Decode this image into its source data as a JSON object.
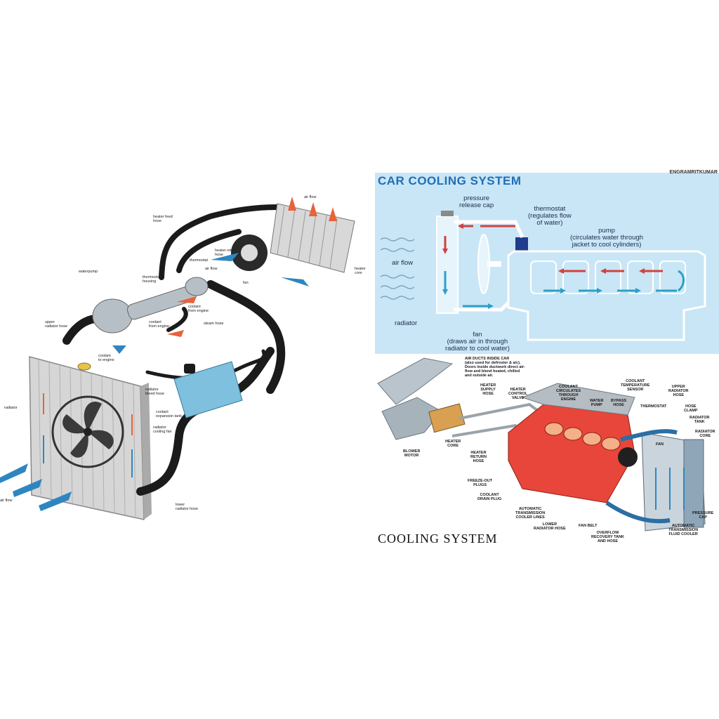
{
  "left_diagram": {
    "labels": {
      "air_flow_top": "air flow",
      "heater_feed_hose": "heater feed\nhose",
      "heater_return_hose": "heater return\nhose",
      "thermostat": "thermostat",
      "air_flow_mid": "air flow",
      "waterpump": "waterpump",
      "thermostat_housing": "thermostat\nhousing",
      "coolant_from_engine_1": "coolant\nfrom engine",
      "heater_core": "heater core",
      "fan": "fan",
      "upper_radiator_hose": "upper\nradiator hose",
      "coolant_from_engine_2": "coolant\nfrom engine",
      "steam_hose": "steam hose",
      "coolant_to_engine": "coolant\nto engine",
      "radiator": "radiator",
      "radiator_bleed_hose": "radiator\nbleed hose",
      "coolant_expansion_tank": "coolant\nexpansion tank",
      "radiator_cooling_fan": "radiator\ncooling fan",
      "air_flow_bottom": "air flow",
      "lower_radiator_hose": "lower\nradiator hose"
    }
  },
  "top_right_diagram": {
    "title": "CAR COOLING SYSTEM",
    "credit": "ENGRAMRITKUMAR",
    "labels": {
      "pressure_release_cap": "pressure\nrelease cap",
      "thermostat": "thermostat\n(regulates flow\nof water)",
      "pump": "pump\n(circulates water through\njacket to cool cylinders)",
      "air_flow": "air flow",
      "radiator": "radiator",
      "fan": "fan\n(draws air in through\nradiator to cool water)"
    }
  },
  "bottom_right_diagram": {
    "title": "COOLING SYSTEM",
    "labels": {
      "air_ducts": "AIR DUCTS INSIDE CAR\n(also used for defroster & a/c).\nDoors inside ductwork direct air-\nflow and blend heated, chilled\nand outside air.",
      "heater_supply_hose": "HEATER\nSUPPLY\nHOSE",
      "heater_control_valve": "HEATER\nCONTROL\nVALVE",
      "coolant_circulates": "COOLANT\nCIRCULATES\nTHROUGH\nENGINE",
      "water_pump": "WATER\nPUMP",
      "bypass_hose": "BYPASS\nHOSE",
      "coolant_temp_sensor": "COOLANT\nTEMPERATURE\nSENSOR",
      "thermostat": "THERMOSTAT",
      "upper_radiator_hose": "UPPER\nRADIATOR\nHOSE",
      "hose_clamp": "HOSE\nCLAMP",
      "radiator_tank": "RADIATOR\nTANK",
      "radiator_core": "RADIATOR\nCORE",
      "fan": "FAN",
      "blower_motor": "BLOWER\nMOTOR",
      "heater_core": "HEATER\nCORE",
      "heater_return_hose": "HEATER\nRETURN\nHOSE",
      "freeze_out_plugs": "FREEZE-OUT\nPLUGS",
      "coolant_drain_plug": "COOLANT\nDRAIN PLUG",
      "auto_trans_cooler_lines": "AUTOMATIC\nTRANSMISSION\nCOOLER LINES",
      "lower_radiator_hose": "LOWER\nRADIATOR HOSE",
      "fan_belt": "FAN BELT",
      "overflow_recovery_tank": "OVERFLOW\nRECOVERY TANK\nAND HOSE",
      "pressure_cap": "PRESSURE\nCAP",
      "auto_trans_fluid_cooler": "AUTOMATIC\nTRANSMISSION\nFLUID COOLER"
    }
  },
  "colors": {
    "hose": "#1b1b1b",
    "coolant_hot": "#e8623a",
    "coolant_cold": "#2e86c1",
    "radiator_metal": "#c9c9c9",
    "engine_red": "#e8463a",
    "panel_blue": "#c9e6f6",
    "title_blue": "#1f6fb5"
  }
}
